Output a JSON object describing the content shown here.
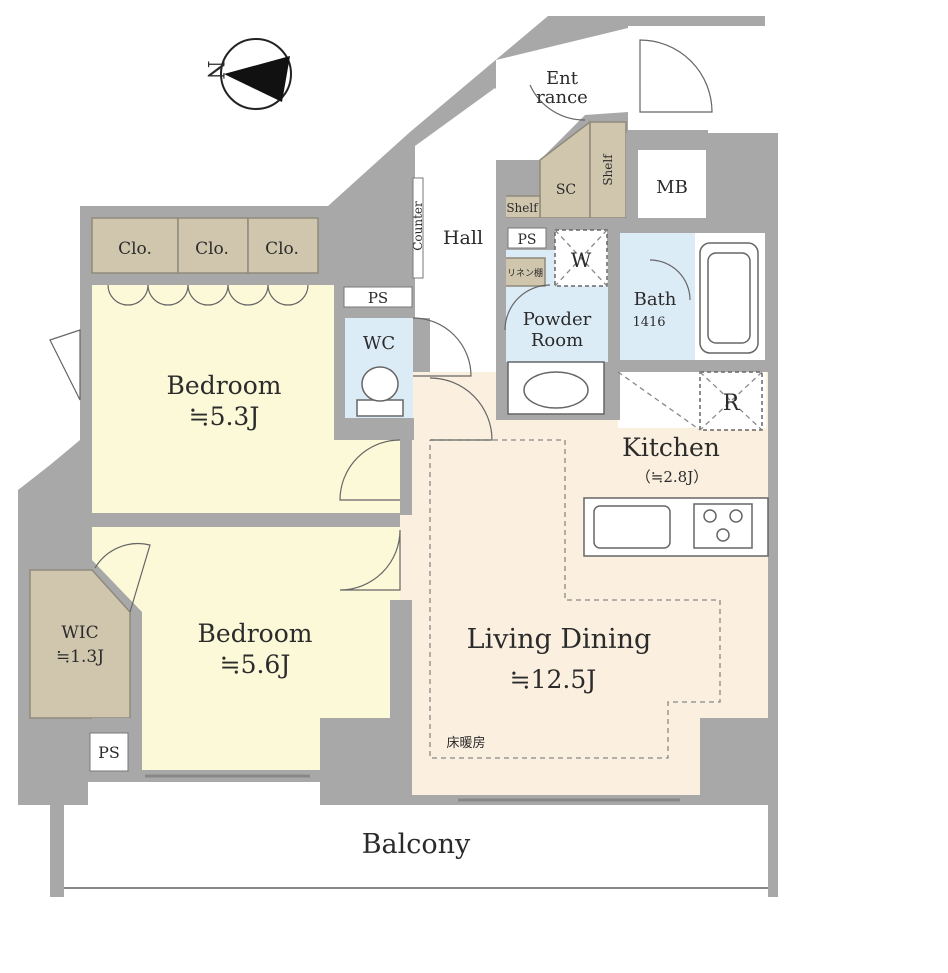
{
  "compass": {
    "north_label": "N"
  },
  "rooms": {
    "entrance": {
      "line1": "Ent",
      "line2": "rance"
    },
    "hall": {
      "label": "Hall"
    },
    "counter": {
      "label": "Counter"
    },
    "sc": {
      "label": "SC"
    },
    "shelf_upper": {
      "label": "Shelf"
    },
    "shelf_lower": {
      "label": "Shelf"
    },
    "mb": {
      "label": "MB"
    },
    "ps_hall": {
      "label": "PS"
    },
    "ps_top": {
      "label": "PS"
    },
    "ps_bottom": {
      "label": "PS"
    },
    "linen": {
      "label": "リネン棚"
    },
    "washer": {
      "label": "W"
    },
    "powder_room": {
      "line1": "Powder",
      "line2": "Room"
    },
    "bath": {
      "label": "Bath",
      "size": "1416"
    },
    "wc": {
      "label": "WC"
    },
    "closet1": {
      "label": "Clo."
    },
    "closet2": {
      "label": "Clo."
    },
    "closet3": {
      "label": "Clo."
    },
    "bedroom1": {
      "label": "Bedroom",
      "size": "≒5.3J"
    },
    "bedroom2": {
      "label": "Bedroom",
      "size": "≒5.6J"
    },
    "wic": {
      "label": "WIC",
      "size": "≒1.3J"
    },
    "kitchen": {
      "label": "Kitchen",
      "size": "（≒2.8J）"
    },
    "fridge": {
      "label": "R"
    },
    "living": {
      "label": "Living Dining",
      "size": "≒12.5J",
      "floor_heating": "床暖房"
    },
    "balcony": {
      "label": "Balcony"
    }
  }
}
